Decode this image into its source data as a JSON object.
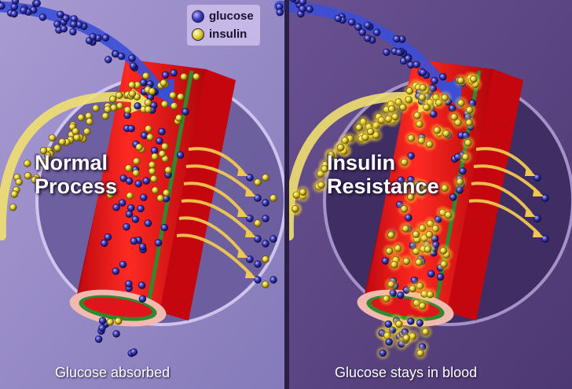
{
  "legend": {
    "items": [
      {
        "label": "glucose",
        "color": "#3f3fc0"
      },
      {
        "label": "insulin",
        "color": "#e8d030"
      }
    ]
  },
  "panels": [
    {
      "title_lines": [
        "Normal",
        "Process"
      ],
      "caption": "Glucose absorbed",
      "background": "#9b8ec6"
    },
    {
      "title_lines": [
        "Insulin",
        "Resistance"
      ],
      "caption": "Glucose stays in blood",
      "background": "#5d4684"
    }
  ],
  "colors": {
    "vessel": "#e0141a",
    "vessel_dark": "#a8070c",
    "vessel_wall": "#2f8a2f",
    "vessel_lining": "#f2b9b0",
    "glucose": "#3f3fc0",
    "insulin": "#e8d030",
    "arrow_glucose": "#3b4fd6",
    "arrow_insulin": "#f0e070",
    "arrow_out": "#f0c850"
  }
}
